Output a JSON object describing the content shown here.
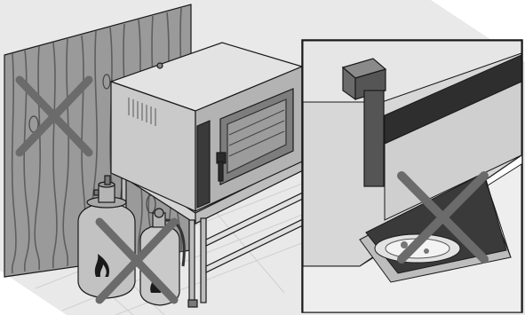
{
  "figure": {
    "kind": "installation-safety-illustration",
    "colors": {
      "background": "#ffffff",
      "room": "#e6e6e6",
      "wood": "#8c8c8c",
      "metal_light": "#d9d9d9",
      "metal_mid": "#b8b8b8",
      "metal_dark": "#5a5a5a",
      "cross": "#6b6b6b",
      "outline": "#1a1a1a"
    },
    "prohibitions": [
      {
        "icon": "prohibited-cross-icon",
        "subject": "wooden-wall"
      },
      {
        "icon": "prohibited-cross-icon",
        "subject": "gas-cylinders"
      },
      {
        "icon": "prohibited-cross-icon",
        "subject": "paper-under-door"
      }
    ],
    "icons": [
      "flame-icon",
      "oven-handle-icon",
      "prohibited-cross-icon"
    ]
  }
}
